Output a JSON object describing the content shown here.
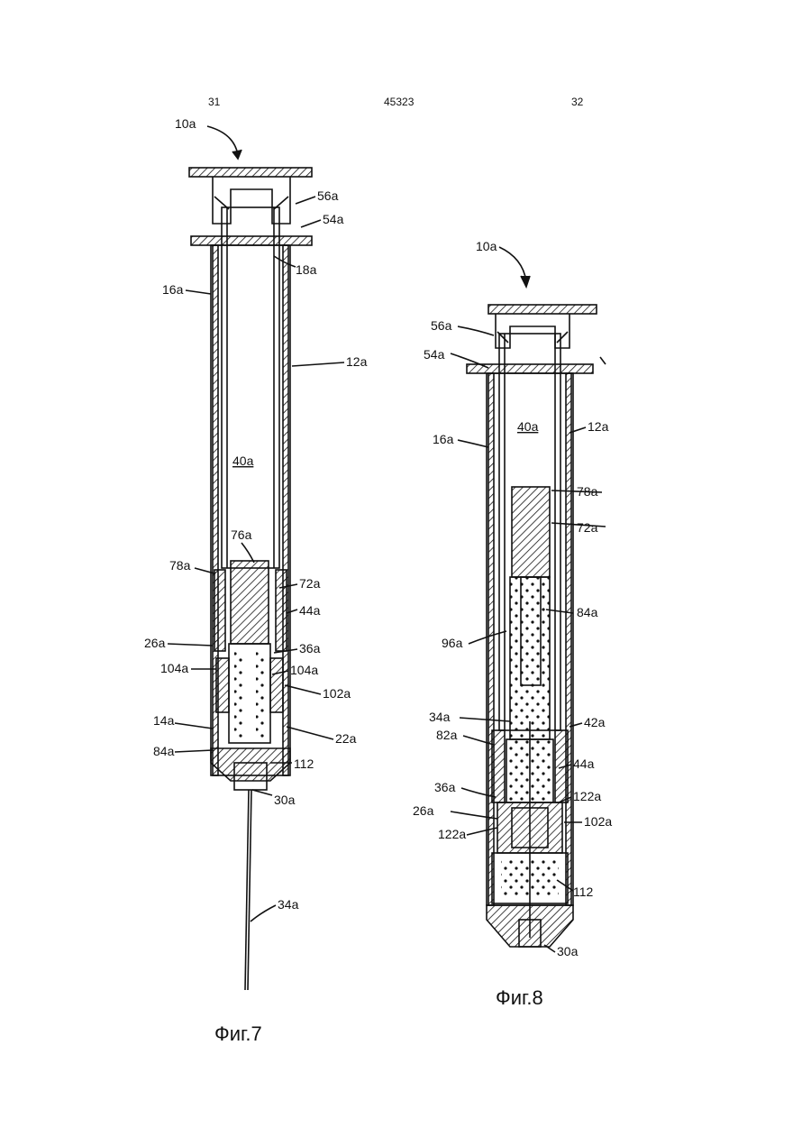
{
  "header": {
    "left_page": "31",
    "patent_number": "45323",
    "right_page": "32"
  },
  "figure7": {
    "caption": "Фиг.7",
    "labels": {
      "assembly": "10a",
      "l56": "56a",
      "l54": "54a",
      "l18": "18a",
      "l16": "16a",
      "l12": "12a",
      "l40": "40a",
      "l76": "76a",
      "l78": "78a",
      "l72": "72a",
      "l44": "44a",
      "l26": "26a",
      "l36": "36a",
      "l104l": "104a",
      "l104r": "104a",
      "l102": "102a",
      "l14": "14a",
      "l22": "22a",
      "l84": "84a",
      "l112": "112",
      "l30": "30a",
      "l34": "34a"
    }
  },
  "figure8": {
    "caption": "Фиг.8",
    "labels": {
      "assembly": "10a",
      "l56": "56a",
      "l54": "54a",
      "l16": "16a",
      "l40": "40a",
      "l12": "12a",
      "l78": "78a",
      "l72": "72a",
      "l84": "84a",
      "l96": "96a",
      "l34": "34a",
      "l42": "42a",
      "l82": "82a",
      "l44": "44a",
      "l36": "36a",
      "l122r": "122a",
      "l26": "26a",
      "l102": "102a",
      "l122l": "122a",
      "l112": "112",
      "l30": "30a"
    }
  }
}
